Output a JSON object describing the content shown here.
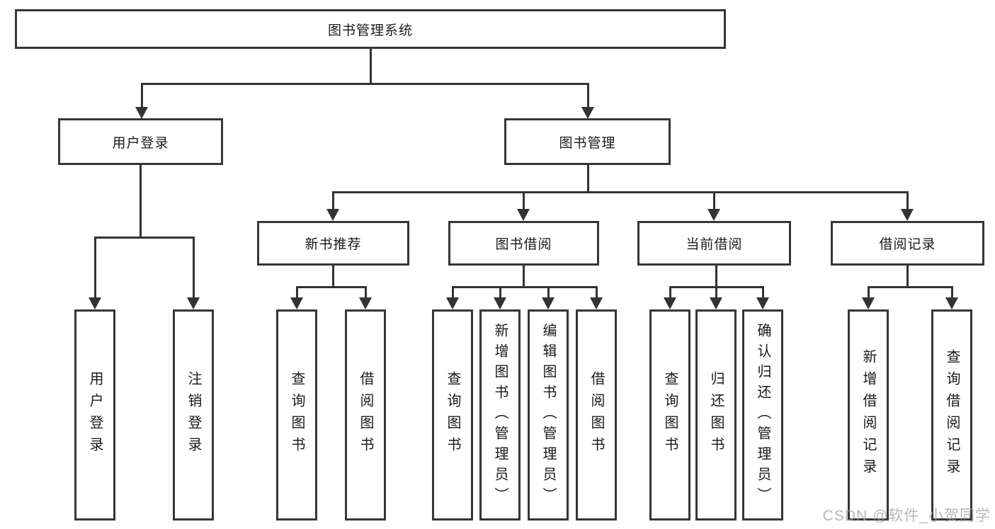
{
  "diagram": {
    "root": {
      "label": "图书管理系统"
    },
    "level2": [
      {
        "label": "用户登录"
      },
      {
        "label": "图书管理"
      }
    ],
    "level3": [
      {
        "label": "新书推荐"
      },
      {
        "label": "图书借阅"
      },
      {
        "label": "当前借阅"
      },
      {
        "label": "借阅记录"
      }
    ],
    "leaves": {
      "login": [
        "用户登录",
        "注销登录"
      ],
      "new_books": [
        "查询图书",
        "借阅图书"
      ],
      "borrow": [
        "查询图书",
        "新增图书（管理员）",
        "编辑图书（管理员）",
        "借阅图书"
      ],
      "current": [
        "查询图书",
        "归还图书",
        "确认归还（管理员）"
      ],
      "records": [
        "新增借阅记录",
        "查询借阅记录"
      ]
    }
  },
  "colors": {
    "line": "#333333",
    "text": "#1a1a1a",
    "watermark": "#9f9f9f",
    "background": "#ffffff"
  },
  "watermark": "CSDN @软件_小贺同学"
}
